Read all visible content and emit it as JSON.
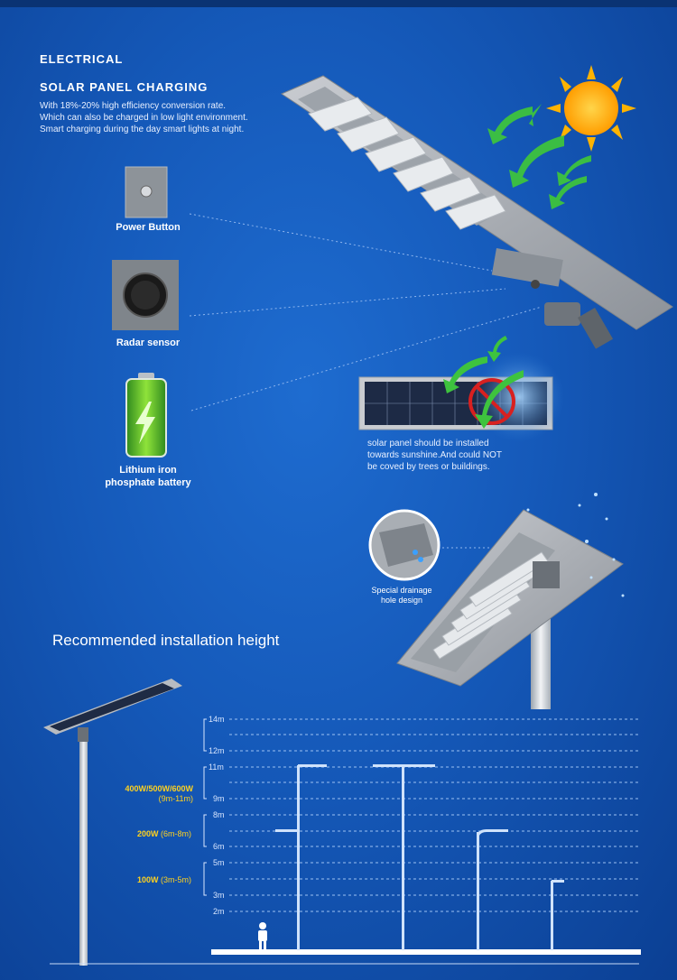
{
  "header": {
    "section": "ELECTRICAL",
    "subtitle": "SOLAR PANEL CHARGING",
    "description_lines": [
      "With 18%-20% high efficiency conversion rate.",
      "Which can also be charged in low light environment.",
      "Smart charging during the day smart lights at night."
    ]
  },
  "features": [
    {
      "label": "Power Button",
      "icon": "power-button-icon"
    },
    {
      "label": "Radar sensor",
      "icon": "radar-sensor-icon"
    },
    {
      "label_lines": [
        "Lithium iron",
        "phosphate battery"
      ],
      "icon": "battery-icon"
    }
  ],
  "panel_note_lines": [
    "solar panel should be installed",
    "towards sunshine.And could NOT",
    "be coved by trees or buildings."
  ],
  "drainage_lines": [
    "Special drainage",
    "hole design"
  ],
  "installation": {
    "title": "Recommended installation height",
    "ticks": [
      "14m",
      "12m",
      "11m",
      "9m",
      "8m",
      "6m",
      "5m",
      "3m",
      "2m"
    ],
    "groups": [
      {
        "watts": "400W/500W/600W",
        "range": "(9m-11m)"
      },
      {
        "watts": "200W",
        "range": "(6m-8m)"
      },
      {
        "watts": "100W",
        "range": "(3m-5m)"
      }
    ]
  },
  "colors": {
    "background": "#1559b9",
    "accent_yellow": "#ffd21f",
    "sun": "#ffb300",
    "arrow_green": "#3ec33e"
  }
}
